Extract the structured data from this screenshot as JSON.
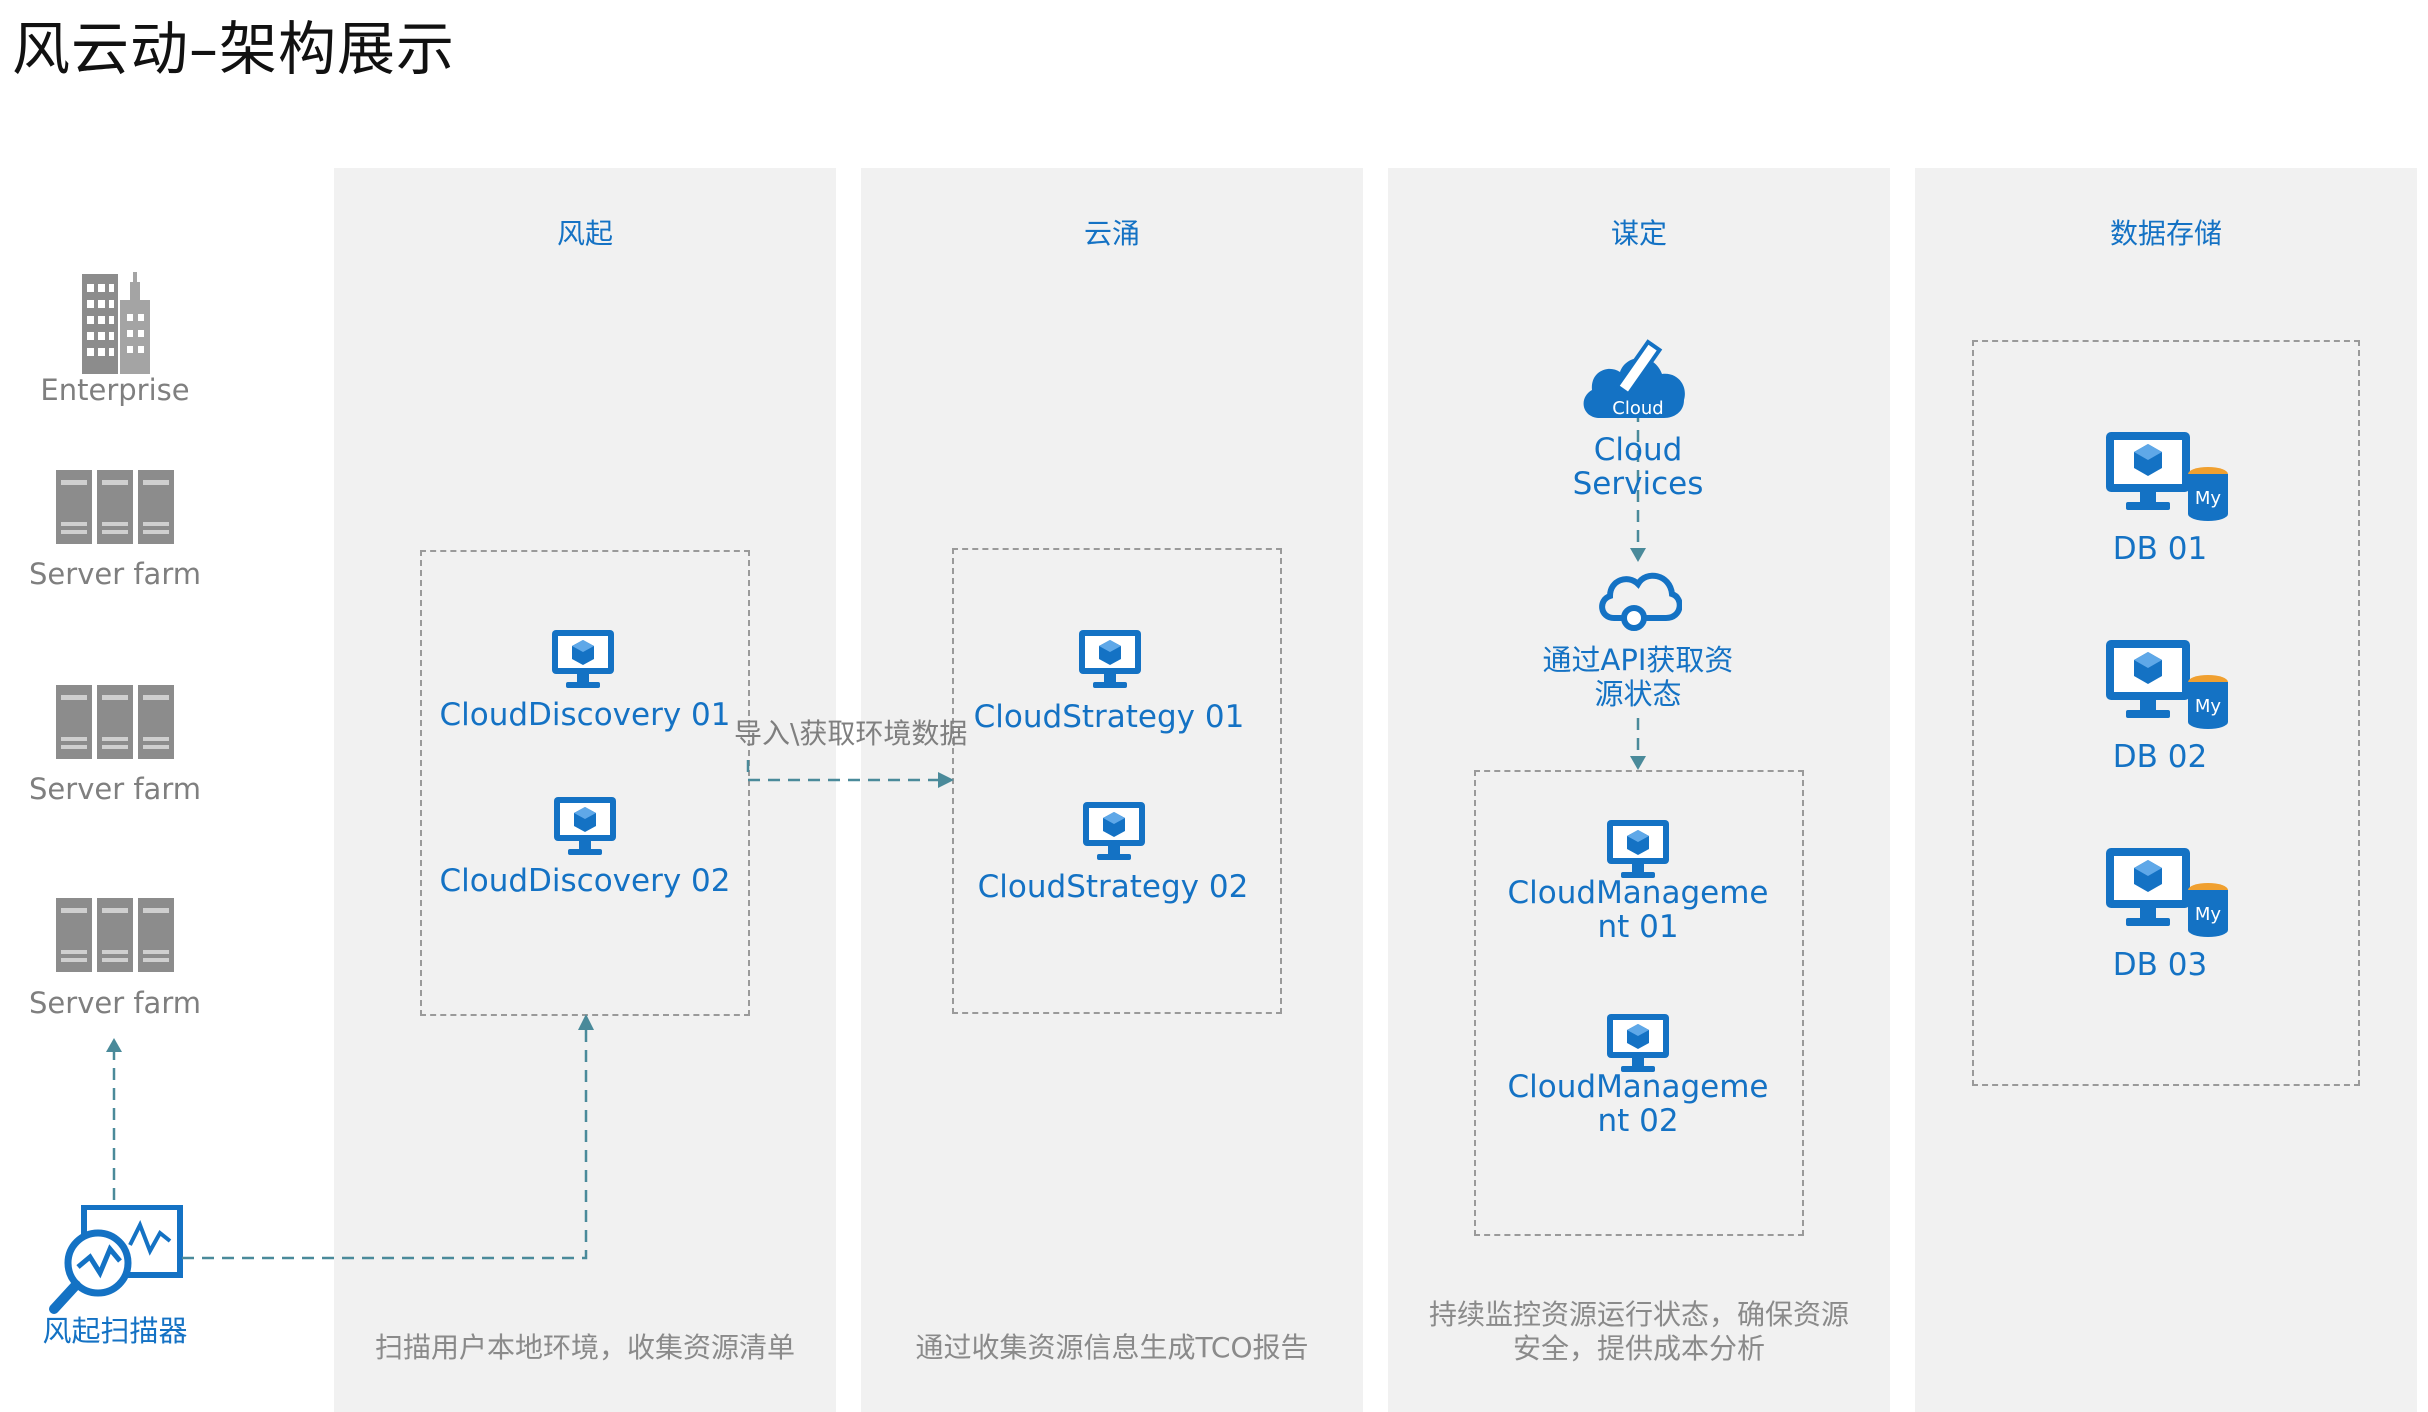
{
  "title": "风云动–架构展示",
  "left": {
    "enterprise": "Enterprise",
    "server_farms": [
      "Server farm",
      "Server farm",
      "Server farm"
    ],
    "scanner": "风起扫描器"
  },
  "columns": [
    {
      "title": "风起",
      "footer": "扫描用户本地环境，收集资源清单",
      "nodes": [
        "CloudDiscovery 01",
        "CloudDiscovery 02"
      ]
    },
    {
      "title": "云涌",
      "footer": "通过收集资源信息生成TCO报告",
      "nodes": [
        "CloudStrategy 01",
        "CloudStrategy 02"
      ]
    },
    {
      "title": "谋定",
      "footer_line1": "持续监控资源运行状态，确保资源",
      "footer_line2": "安全，提供成本分析",
      "cloud_icon_text": "Cloud",
      "cloud_services_line1": "Cloud",
      "cloud_services_line2": "Services",
      "api_line1": "通过API获取资",
      "api_line2": "源状态",
      "nodes_line1": [
        "CloudManageme",
        "CloudManageme"
      ],
      "nodes_line2": [
        "nt 01",
        "nt 02"
      ]
    },
    {
      "title": "数据存储",
      "db_badge": "My",
      "dbs": [
        "DB 01",
        "DB 02",
        "DB 03"
      ]
    }
  ],
  "arrow_label": "导入\\获取环境数据",
  "colors": {
    "accent": "#1472c4",
    "connector": "#4a8a9a",
    "panel": "#f1f1f1",
    "dash": "#9a9a9a"
  }
}
